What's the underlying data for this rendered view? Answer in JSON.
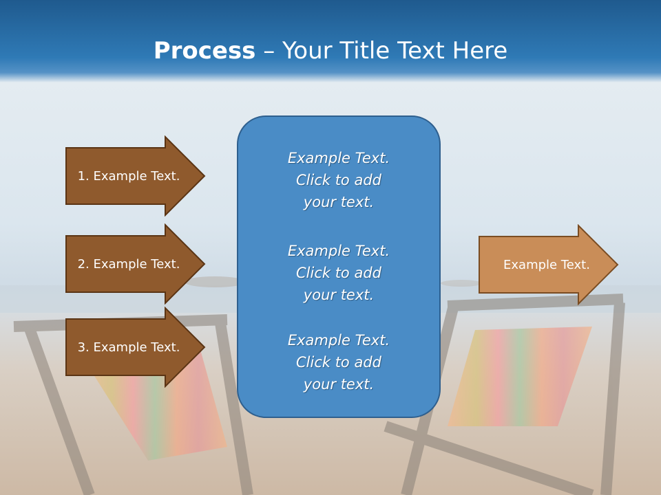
{
  "slide": {
    "title_bold": "Process",
    "title_rest": " – Your Title Text Here",
    "left_arrows": [
      {
        "label": "1. Example Text."
      },
      {
        "label": "2. Example Text."
      },
      {
        "label": "3. Example Text."
      }
    ],
    "center_blocks": [
      {
        "line1": "Example Text.",
        "line2": "Click  to add",
        "line3": "your text."
      },
      {
        "line1": "Example Text.",
        "line2": "Click  to add",
        "line3": "your text."
      },
      {
        "line1": "Example Text.",
        "line2": "Click  to add",
        "line3": "your text."
      }
    ],
    "right_arrow": {
      "label": "Example Text."
    }
  },
  "colors": {
    "title_band": "#2f7ab6",
    "left_arrow_fill": "#8f5a2d",
    "left_arrow_border": "#5a3414",
    "right_arrow_fill": "#c98d58",
    "right_arrow_border": "#7a4c22",
    "center_box_fill": "#4a8cc6",
    "center_box_border": "#2e5f8e"
  }
}
